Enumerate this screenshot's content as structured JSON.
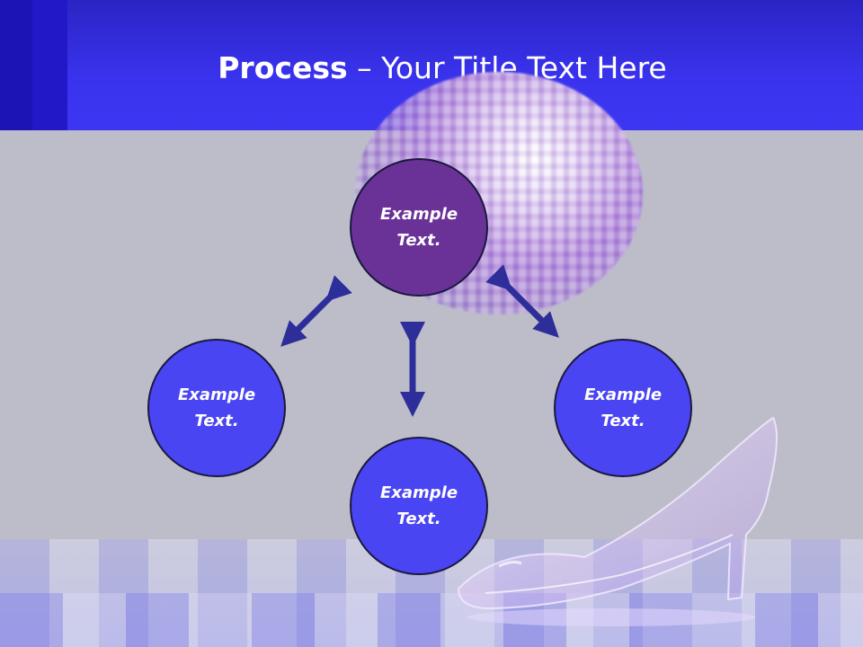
{
  "slide": {
    "title_bold": "Process",
    "title_rest": " – Your Title Text Here"
  },
  "diagram": {
    "nodes": [
      {
        "id": "top",
        "label": "Example Text."
      },
      {
        "id": "left",
        "label": "Example Text."
      },
      {
        "id": "bottom",
        "label": "Example Text."
      },
      {
        "id": "right",
        "label": "Example Text."
      }
    ],
    "connections": [
      {
        "from": "top",
        "to": "left",
        "style": "double-arrow"
      },
      {
        "from": "top",
        "to": "right",
        "style": "double-arrow"
      },
      {
        "from": "top",
        "to": "bottom",
        "style": "double-arrow"
      }
    ]
  },
  "colors": {
    "header": "#3a33ee",
    "background": "#bdbdca",
    "node_top": "#6a3296",
    "node_other": "#4a45f2",
    "arrow": "#2e2e9a"
  }
}
